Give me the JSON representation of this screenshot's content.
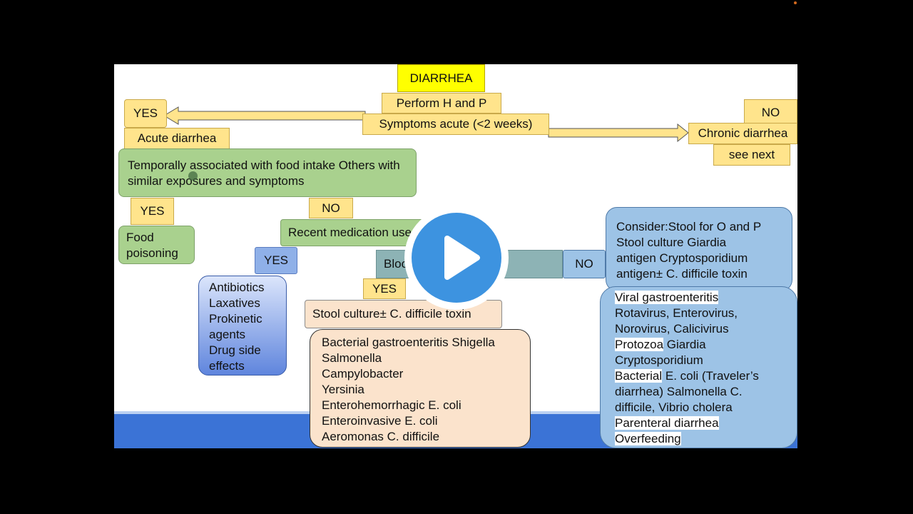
{
  "flowchart": {
    "title": "DIARRHEA",
    "step1": "Perform H and P",
    "step2": "Symptoms acute (<2 weeks)",
    "yes_left": "YES",
    "no_right": "NO",
    "acute": "Acute diarrhea",
    "chronic": "Chronic diarrhea",
    "see_next": "see next",
    "food_question": "Temporally associated with food intake Others with similar exposures and symptoms",
    "yes_food": "YES",
    "food_poisoning": "Food poisoning",
    "no_food": "NO",
    "medication": "Recent medication use",
    "yes_med": "YES",
    "med_causes": [
      "Antibiotics",
      "Laxatives",
      "Prokinetic",
      "agents",
      "Drug side",
      "effects"
    ],
    "bloody": "Bloody stools",
    "no_bloody": "NO",
    "yes_bloody": "YES",
    "stool_culture": "Stool culture± C. difficile toxin",
    "bacterial_causes": [
      "Bacterial gastroenteritis  Shigella",
      "Salmonella",
      "Campylobacter",
      "Yersinia",
      "Enterohemorrhagic  E. coli",
      "Enteroinvasive E. coli",
      "Aeromonas  C. difficile"
    ],
    "consider": [
      "Consider:Stool for O and P",
      "Stool culture Giardia",
      "antigen Cryptosporidium",
      "antigen± C. difficile toxin"
    ],
    "viral_causes": {
      "viral_head": "Viral gastroenteritis",
      "viral_body": [
        "Rotavirus, Enterovirus,",
        "Norovirus, Calicivirus"
      ],
      "protozoa_head": "Protozoa",
      "protozoa_body": " Giardia",
      "protozoa_line2": "Cryptosporidium",
      "bacterial_head": "Bacterial",
      "bacterial_body": " E. coli (Traveler’s",
      "bacterial_lines": [
        "diarrhea) Salmonella   C.",
        "difficile, Vibrio cholera"
      ],
      "parenteral_head": "Parenteral diarrhea",
      "overfeeding": "Overfeeding"
    }
  },
  "colors": {
    "arrow_fill": "#ffe48c",
    "play_button": "#3d93e0",
    "band": "#3b73d6"
  },
  "player": {
    "play_icon": "play-icon"
  }
}
